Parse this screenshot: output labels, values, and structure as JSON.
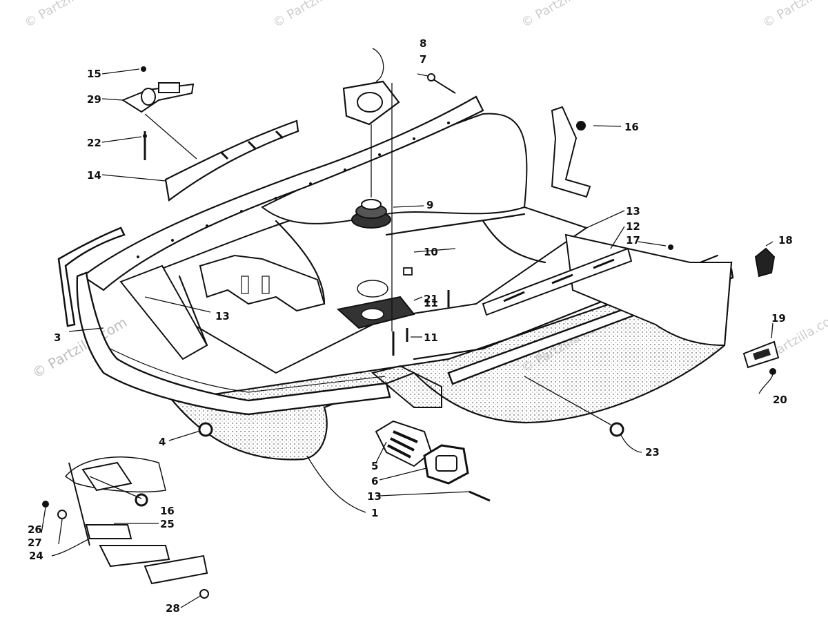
{
  "watermarks": [
    "© Partzilla.com",
    "© Partzilla.com",
    "© Partzilla.com",
    "© Partzilla.com",
    "© Partzilla.com",
    "© Partzilla.com",
    "© Partzilla.com",
    "© Partzilla.com"
  ],
  "callouts": {
    "c1": "1",
    "c3": "3",
    "c4": "4",
    "c5": "5",
    "c6": "6",
    "c7": "7",
    "c8": "8",
    "c9": "9",
    "c10": "10",
    "c11a": "11",
    "c11b": "11",
    "c12": "12",
    "c13a": "13",
    "c13b": "13",
    "c13c": "13",
    "c14": "14",
    "c15": "15",
    "c16a": "16",
    "c16b": "16",
    "c17": "17",
    "c18": "18",
    "c19": "19",
    "c20": "20",
    "c21": "21",
    "c22": "22",
    "c23": "23",
    "c24": "24",
    "c25": "25",
    "c26": "26",
    "c27": "27",
    "c28": "28",
    "c29": "29"
  }
}
